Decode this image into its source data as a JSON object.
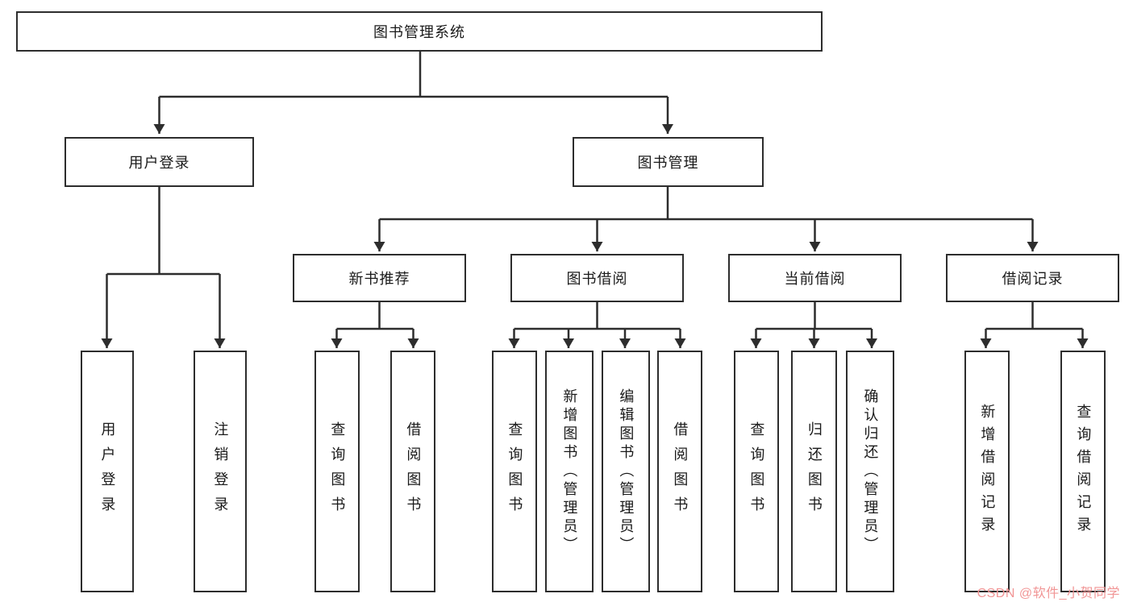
{
  "page": {
    "background_color": "#ffffff",
    "line_color": "#2d2d2d",
    "watermark_color": "#f19595"
  },
  "watermark": {
    "text": "CSDN @软件_小贺同学"
  },
  "tree": {
    "root": "图书管理系统",
    "level2": {
      "user_login": "用户登录",
      "book_mgmt": "图书管理"
    },
    "level3": {
      "new_book": "新书推荐",
      "book_borrow": "图书借阅",
      "current_borrow": "当前借阅",
      "borrow_records": "借阅记录"
    },
    "leaves": {
      "user_login": [
        "用户登录",
        "注销登录"
      ],
      "new_book": [
        "查询图书",
        "借阅图书"
      ],
      "book_borrow": [
        "查询图书",
        "新增图书（管理员）",
        "编辑图书（管理员）",
        "借阅图书"
      ],
      "current_borrow": [
        "查询图书",
        "归还图书",
        "确认归还（管理员）"
      ],
      "borrow_records": [
        "新增借阅记录",
        "查询借阅记录"
      ]
    }
  }
}
